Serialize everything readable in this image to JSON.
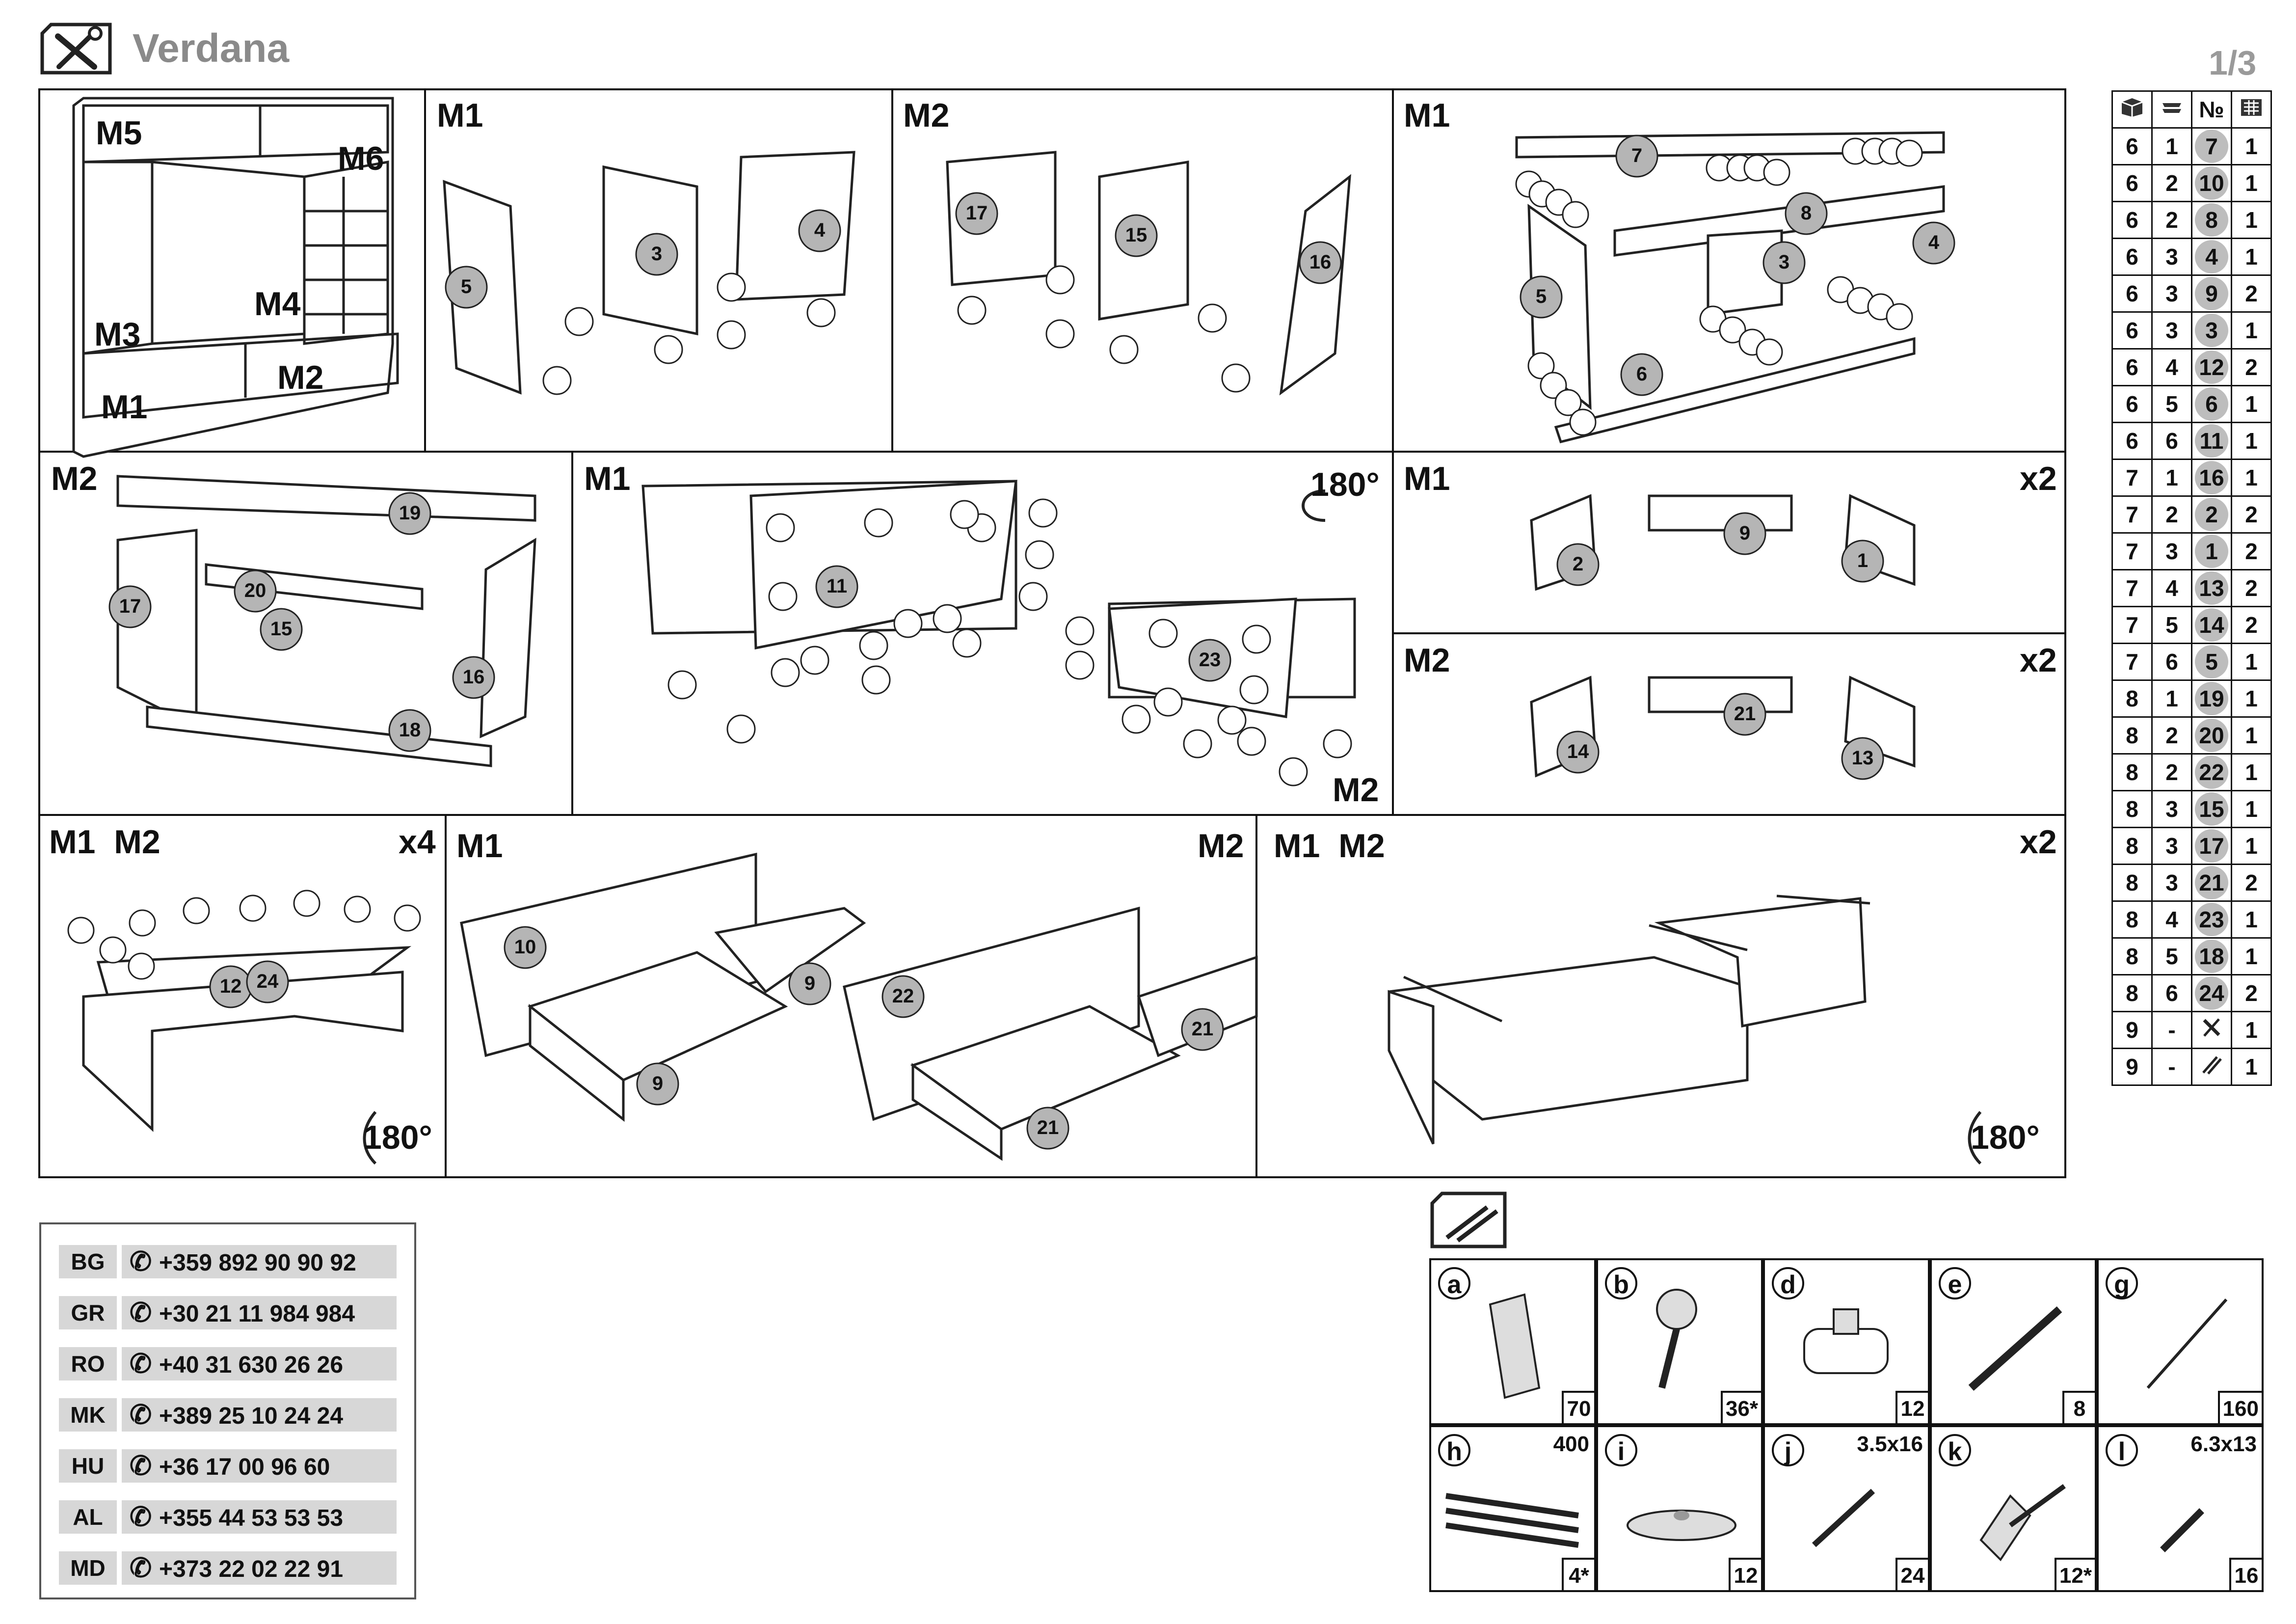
{
  "header": {
    "title": "Verdana",
    "page": "1/3"
  },
  "panels": [
    {
      "labels": [
        "M5",
        "M6",
        "M4",
        "M3",
        "M1",
        "M2"
      ]
    },
    {
      "labels": [
        "M1"
      ],
      "parts": [
        "5",
        "3",
        "4"
      ]
    },
    {
      "labels": [
        "M2"
      ],
      "parts": [
        "17",
        "15",
        "16"
      ]
    },
    {
      "labels": [
        "M1"
      ],
      "parts": [
        "7",
        "8",
        "3",
        "4",
        "5",
        "6"
      ]
    },
    {
      "labels": [
        "M2"
      ],
      "parts": [
        "19",
        "17",
        "20",
        "15",
        "16",
        "18"
      ]
    },
    {
      "labels": [
        "M1",
        "180°",
        "M2"
      ],
      "parts": [
        "11",
        "23"
      ]
    },
    {
      "labels": [
        "M1",
        "x2"
      ],
      "parts": [
        "2",
        "9",
        "1"
      ]
    },
    {
      "labels": [
        "M2",
        "x2"
      ],
      "parts": [
        "14",
        "21",
        "13"
      ]
    },
    {
      "labels": [
        "M1  M2",
        "x4",
        "180°"
      ],
      "parts": [
        "12",
        "24"
      ]
    },
    {
      "labels": [
        "M1",
        "M2"
      ],
      "parts": [
        "10",
        "9",
        "9",
        "22",
        "21",
        "21"
      ]
    },
    {
      "labels": [
        "M1  M2",
        "x2",
        "180°"
      ]
    }
  ],
  "parts_table": {
    "headers": [
      "box-icon",
      "stack-icon",
      "№",
      "quantity-icon"
    ],
    "rows": [
      [
        "6",
        "1",
        "7",
        "1"
      ],
      [
        "6",
        "2",
        "10",
        "1"
      ],
      [
        "6",
        "2",
        "8",
        "1"
      ],
      [
        "6",
        "3",
        "4",
        "1"
      ],
      [
        "6",
        "3",
        "9",
        "2"
      ],
      [
        "6",
        "3",
        "3",
        "1"
      ],
      [
        "6",
        "4",
        "12",
        "2"
      ],
      [
        "6",
        "5",
        "6",
        "1"
      ],
      [
        "6",
        "6",
        "11",
        "1"
      ],
      [
        "7",
        "1",
        "16",
        "1"
      ],
      [
        "7",
        "2",
        "2",
        "2"
      ],
      [
        "7",
        "3",
        "1",
        "2"
      ],
      [
        "7",
        "4",
        "13",
        "2"
      ],
      [
        "7",
        "5",
        "14",
        "2"
      ],
      [
        "7",
        "6",
        "5",
        "1"
      ],
      [
        "8",
        "1",
        "19",
        "1"
      ],
      [
        "8",
        "2",
        "20",
        "1"
      ],
      [
        "8",
        "2",
        "22",
        "1"
      ],
      [
        "8",
        "3",
        "15",
        "1"
      ],
      [
        "8",
        "3",
        "17",
        "1"
      ],
      [
        "8",
        "3",
        "21",
        "2"
      ],
      [
        "8",
        "4",
        "23",
        "1"
      ],
      [
        "8",
        "5",
        "18",
        "1"
      ],
      [
        "8",
        "6",
        "24",
        "2"
      ],
      [
        "9",
        "-",
        "tools-icon",
        "1"
      ],
      [
        "9",
        "-",
        "screws-icon",
        "1"
      ]
    ]
  },
  "phones": [
    {
      "code": "BG",
      "number": "+359 892 90 90 92"
    },
    {
      "code": "GR",
      "number": "+30 21 11 984 984"
    },
    {
      "code": "RO",
      "number": "+40 31 630 26 26"
    },
    {
      "code": "MK",
      "number": "+389 25 10 24 24"
    },
    {
      "code": "HU",
      "number": "+36 17 00 96 60"
    },
    {
      "code": "AL",
      "number": "+355 44 53 53 53"
    },
    {
      "code": "MD",
      "number": "+373 22 02 22 91"
    }
  ],
  "hardware": [
    {
      "letter": "a",
      "qty": "70",
      "size": ""
    },
    {
      "letter": "b",
      "qty": "36*",
      "size": ""
    },
    {
      "letter": "d",
      "qty": "12",
      "size": ""
    },
    {
      "letter": "e",
      "qty": "8",
      "size": ""
    },
    {
      "letter": "g",
      "qty": "160",
      "size": ""
    },
    {
      "letter": "h",
      "qty": "4*",
      "size": "400"
    },
    {
      "letter": "i",
      "qty": "12",
      "size": ""
    },
    {
      "letter": "j",
      "qty": "24",
      "size": "3.5x16"
    },
    {
      "letter": "k",
      "qty": "12*",
      "size": ""
    },
    {
      "letter": "l",
      "qty": "16",
      "size": "6.3x13"
    }
  ],
  "colors": {
    "part_bubble": "#b5b5b5",
    "title_grey": "#8a8a8a",
    "border": "#111111"
  }
}
